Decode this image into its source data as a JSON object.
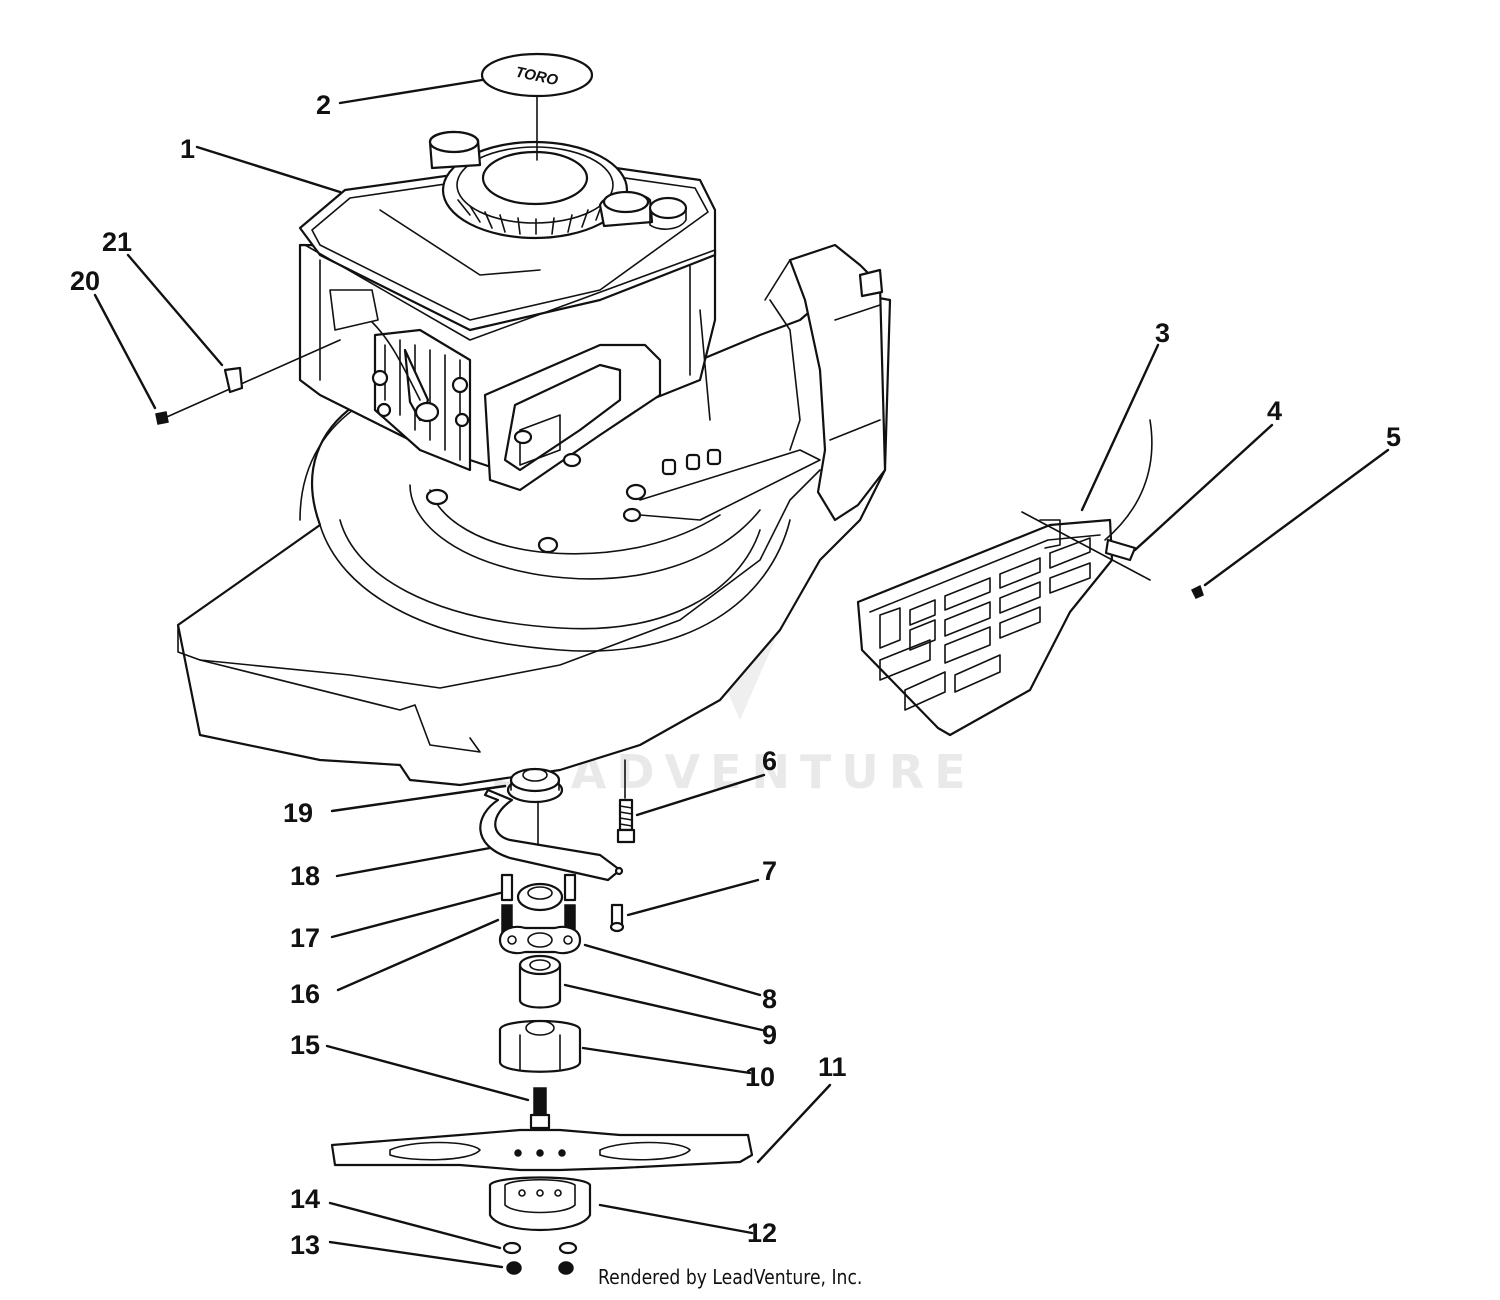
{
  "diagram": {
    "brand_decal_text": "TORO",
    "watermark_text": "LEADVENTURE",
    "credit": "Rendered by LeadVenture, Inc.",
    "callouts": [
      "1",
      "2",
      "3",
      "4",
      "5",
      "6",
      "7",
      "8",
      "9",
      "10",
      "11",
      "12",
      "13",
      "14",
      "15",
      "16",
      "17",
      "18",
      "19",
      "20",
      "21"
    ]
  }
}
